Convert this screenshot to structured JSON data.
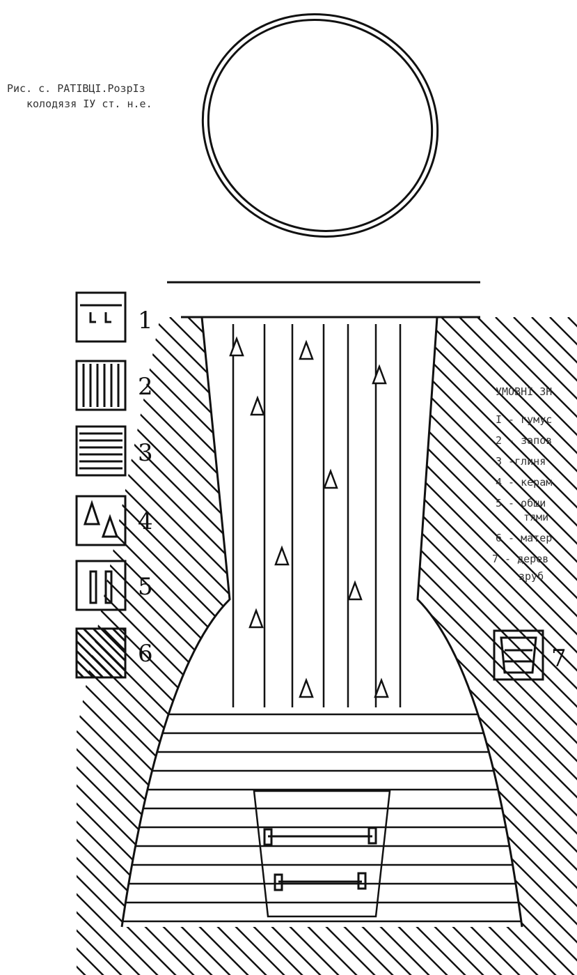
{
  "caption": {
    "line1": "Рис.  с. РАТІВЦІ.РозрІз",
    "line2": "колодязя IУ ст. н.е."
  },
  "legend_title": "УМОВНІ ЗН",
  "legend_items": [
    "I - гумус",
    "2 - запов",
    "3 -глиня",
    "4 - керам",
    "5 - обши",
    "тями",
    "6 - матер",
    "7 - дерев",
    "зруб"
  ],
  "swatch_numbers": [
    "1",
    "2",
    "3",
    "4",
    "5",
    "6",
    "7"
  ]
}
